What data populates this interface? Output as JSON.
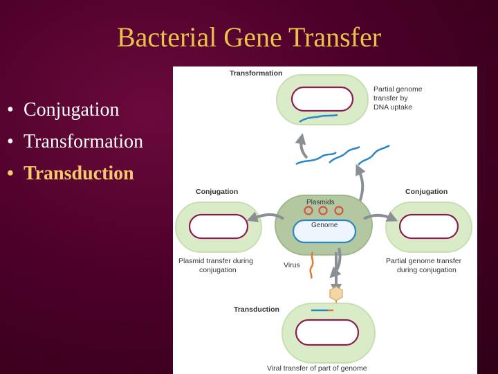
{
  "slide": {
    "title": "Bacterial Gene Transfer",
    "bullets": [
      {
        "text": "Conjugation"
      },
      {
        "text": "Transformation"
      },
      {
        "text": "Transduction",
        "highlighted": true
      }
    ]
  },
  "figure": {
    "labels": {
      "transformation": "Transformation",
      "transformation_note": [
        "Partial genome",
        "transfer by",
        "DNA uptake"
      ],
      "conjugation_left": "Conjugation",
      "conjugation_right": "Conjugation",
      "plasmids": "Plasmids",
      "genome": "Genome",
      "virus": "Virus",
      "plasmid_note": [
        "Plasmid transfer during",
        "conjugation"
      ],
      "partial_note": [
        "Partial genome transfer",
        "during conjugation"
      ],
      "transduction": "Transduction",
      "viral_note": "Viral transfer of part of genome"
    },
    "colors": {
      "cell_fill": "#d9ebc7",
      "cell_outer": "#c7dfb0",
      "cell_membrane": "#8c1c4f",
      "dna": "#2a87c3",
      "plasmid": "#d9533f",
      "arrow": "#8a8f94",
      "virus_dna": "#e07a2c",
      "virus_capsid": "#f2d7a8"
    }
  }
}
